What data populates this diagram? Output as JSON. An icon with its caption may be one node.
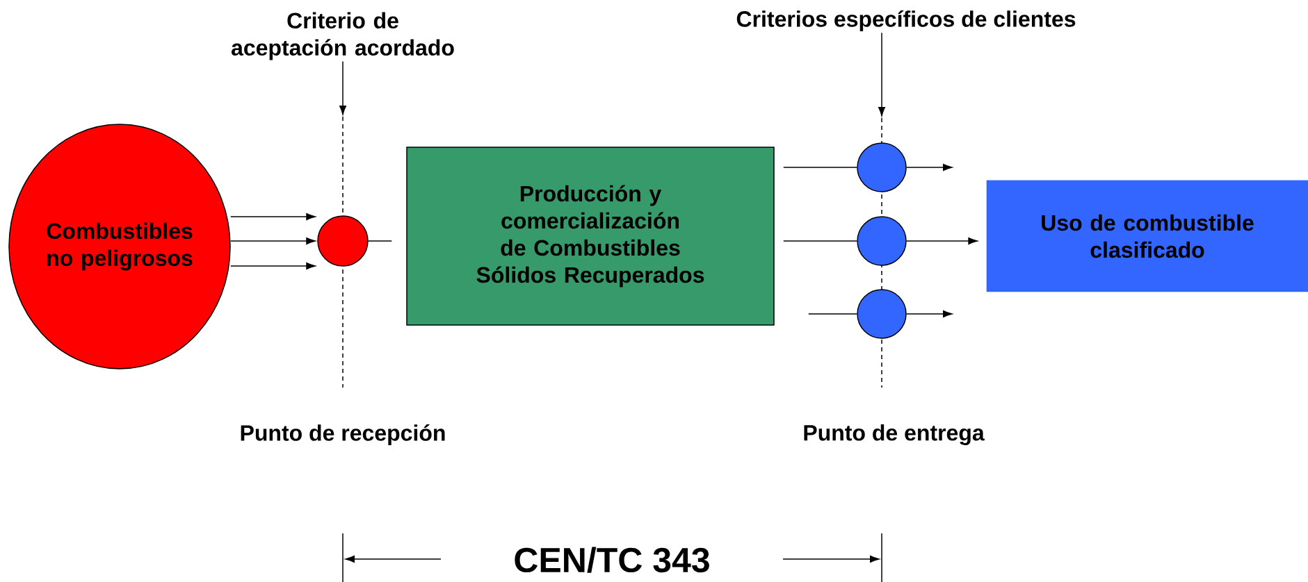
{
  "diagram": {
    "nodes": [
      {
        "text": [
          "Criterio de aceptación acordado"
        ]
      },
      {
        "text": [
          "Criterios específicos de clientes"
        ]
      },
      {
        "text": [
          "Combustibles no peligrosos"
        ]
      },
      {
        "text": [],
        "shape": "circle"
      },
      {
        "text": [
          "Producción y comercialización de Combustibles Sólidos Recuperados"
        ]
      },
      {
        "text": [],
        "shape": "circle"
      },
      {
        "text": [],
        "shape": "circle"
      },
      {
        "text": [],
        "shape": "circle"
      },
      {
        "text": [
          "Uso de combustible clasificado"
        ]
      }
    ],
    "edges": [
      {
        "from": 0,
        "to": null,
        "arrow": "to"
      },
      {
        "from": 1,
        "to": null,
        "arrow": "to"
      },
      {
        "from": 2,
        "to": 3,
        "arrow": "to"
      },
      {
        "from": 2,
        "to": 3,
        "arrow": "to"
      },
      {
        "from": 2,
        "to": 3,
        "arrow": "to"
      },
      {
        "from": 3,
        "to": 4,
        "arrow": "none"
      },
      {
        "from": 4,
        "to": 5,
        "arrow": "none"
      },
      {
        "from": 4,
        "to": 6,
        "arrow": "none"
      },
      {
        "from": 4,
        "to": 7,
        "arrow": "none"
      },
      {
        "from": 5,
        "to": null,
        "arrow": "to"
      },
      {
        "from": 6,
        "to": 8,
        "arrow": "to"
      },
      {
        "from": 7,
        "to": null,
        "arrow": "to"
      }
    ],
    "labels": [
      "Punto de recepción",
      "Punto de entrega",
      "CEN/TC 343"
    ]
  }
}
